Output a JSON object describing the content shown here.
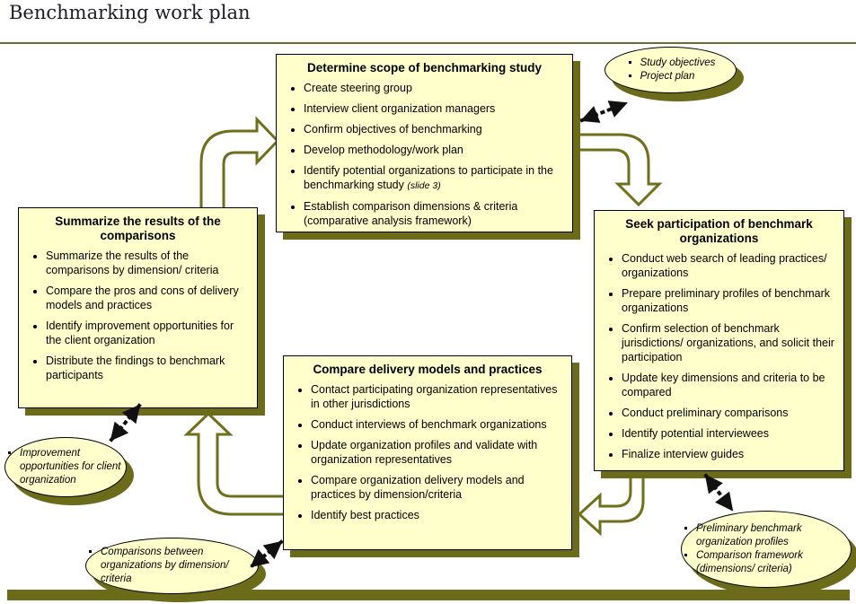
{
  "page": {
    "title": "Benchmarking work plan"
  },
  "colors": {
    "box_fill": "#FFFFCC",
    "box_border": "#000000",
    "shadow_olive": "#6B6B1A",
    "arrow_outline": "#6F6F1C",
    "title_underline": "#6E6E2E",
    "bottom_bar": "#6B6B1A",
    "title_text": "#1C1C28"
  },
  "boxes": {
    "determine_scope": {
      "title": "Determine scope of benchmarking study",
      "bullets": [
        "Create steering group",
        "Interview client organization managers",
        "Confirm objectives of benchmarking",
        "Develop methodology/work plan",
        {
          "text": "Identify potential organizations to participate in the benchmarking study ",
          "note": "(slide 3)"
        },
        "Establish comparison dimensions & criteria (comparative analysis framework)"
      ]
    },
    "seek_participation": {
      "title": "Seek participation of benchmark organizations",
      "bullets": [
        "Conduct web search of leading practices/ organizations",
        "Prepare preliminary profiles of benchmark organizations",
        "Confirm selection of benchmark jurisdictions/ organizations, and solicit their participation",
        "Update key dimensions and criteria to be compared",
        "Conduct preliminary comparisons",
        "Identify potential interviewees",
        "Finalize interview guides"
      ]
    },
    "summarize_results": {
      "title": "Summarize the results of the comparisons",
      "bullets": [
        "Summarize the results of the comparisons by dimension/ criteria",
        "Compare the pros and cons of delivery models and practices",
        "Identify improvement opportunities for the client organization",
        "Distribute the findings to benchmark participants"
      ]
    },
    "compare_delivery": {
      "title": "Compare delivery models and practices",
      "bullets": [
        "Contact participating organization representatives in other jurisdictions",
        "Conduct interviews of benchmark organizations",
        "Update organization profiles and validate with organization representatives",
        "Compare organization delivery models and practices by dimension/criteria",
        "Identify best practices"
      ]
    }
  },
  "callouts": {
    "study_objectives": {
      "items": [
        "Study objectives",
        "Project plan"
      ]
    },
    "improvement_opportunities": {
      "items": [
        "Improvement opportunities for client organization"
      ]
    },
    "comparisons": {
      "items": [
        "Comparisons between organizations by dimension/ criteria"
      ]
    },
    "preliminary": {
      "items": [
        "Preliminary benchmark organization profiles",
        "Comparison framework (dimensions/ criteria)"
      ]
    }
  }
}
